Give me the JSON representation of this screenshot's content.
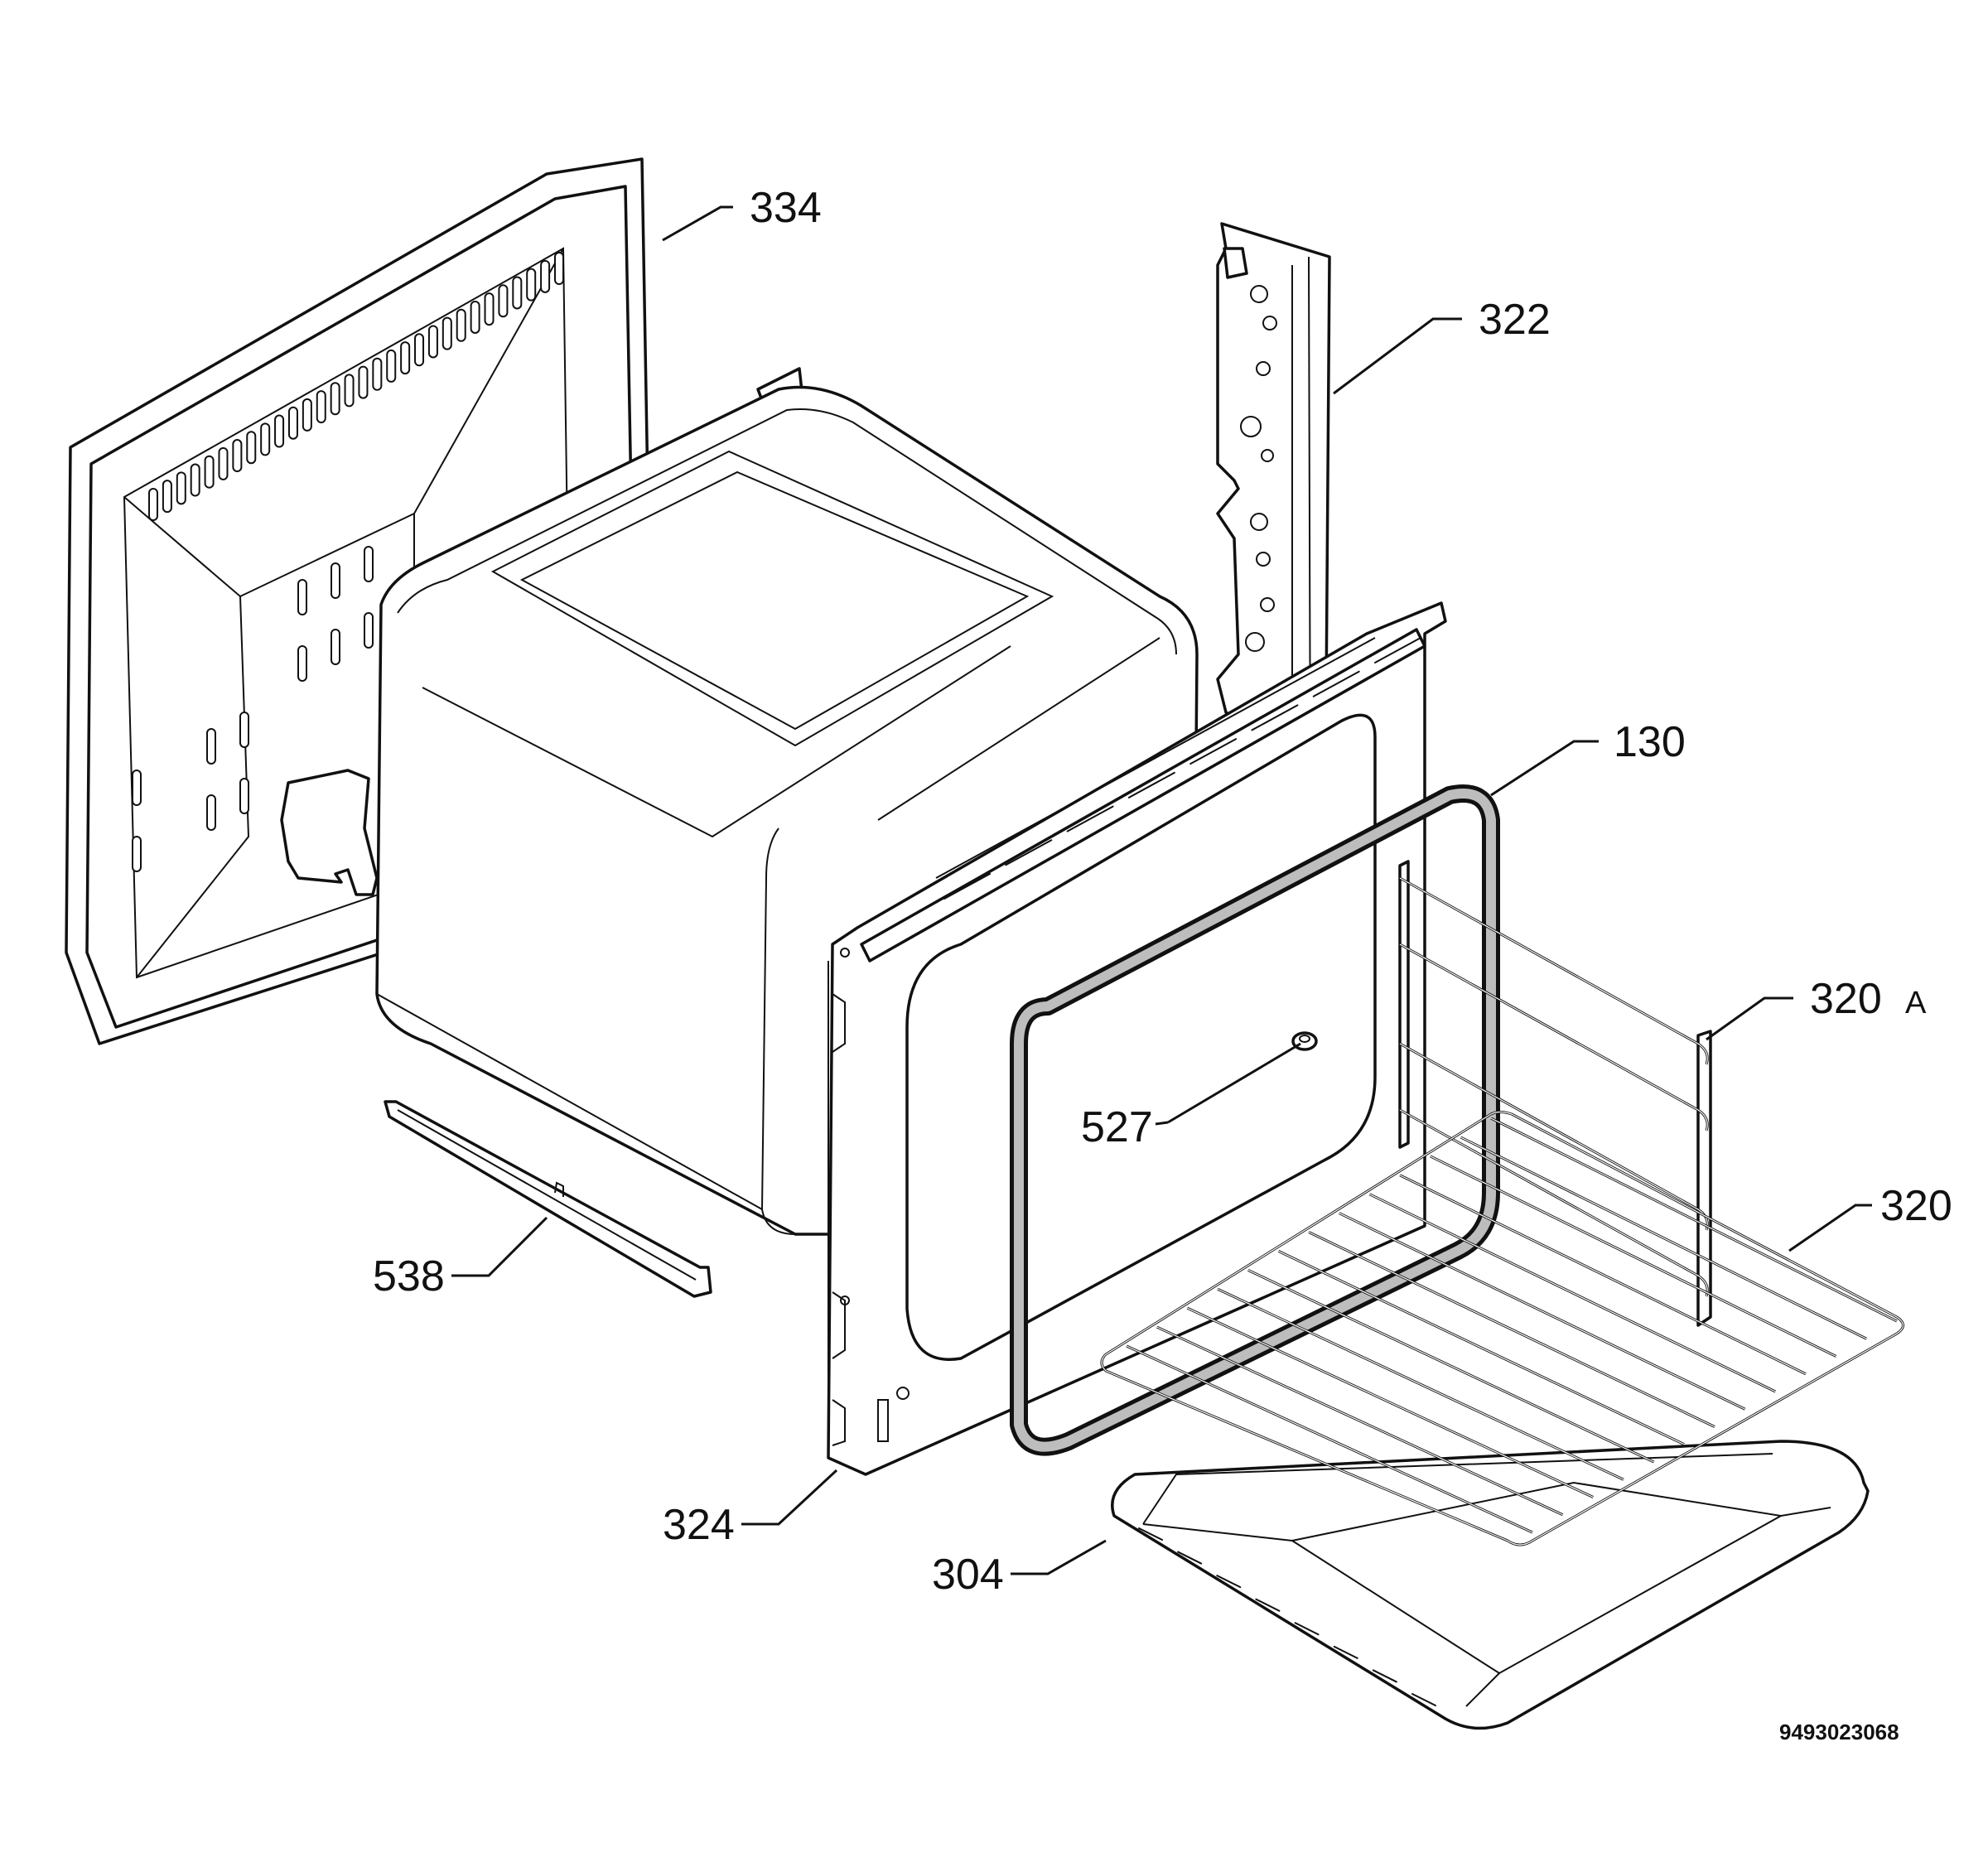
{
  "callouts": [
    {
      "id": "334",
      "text": "334"
    },
    {
      "id": "322",
      "text": "322"
    },
    {
      "id": "130",
      "text": "130"
    },
    {
      "id": "320a",
      "text": "320",
      "suffix": "A"
    },
    {
      "id": "527",
      "text": "527"
    },
    {
      "id": "320",
      "text": "320"
    },
    {
      "id": "538",
      "text": "538"
    },
    {
      "id": "324",
      "text": "324"
    },
    {
      "id": "304",
      "text": "304"
    }
  ],
  "drawing_code": "9493023068"
}
